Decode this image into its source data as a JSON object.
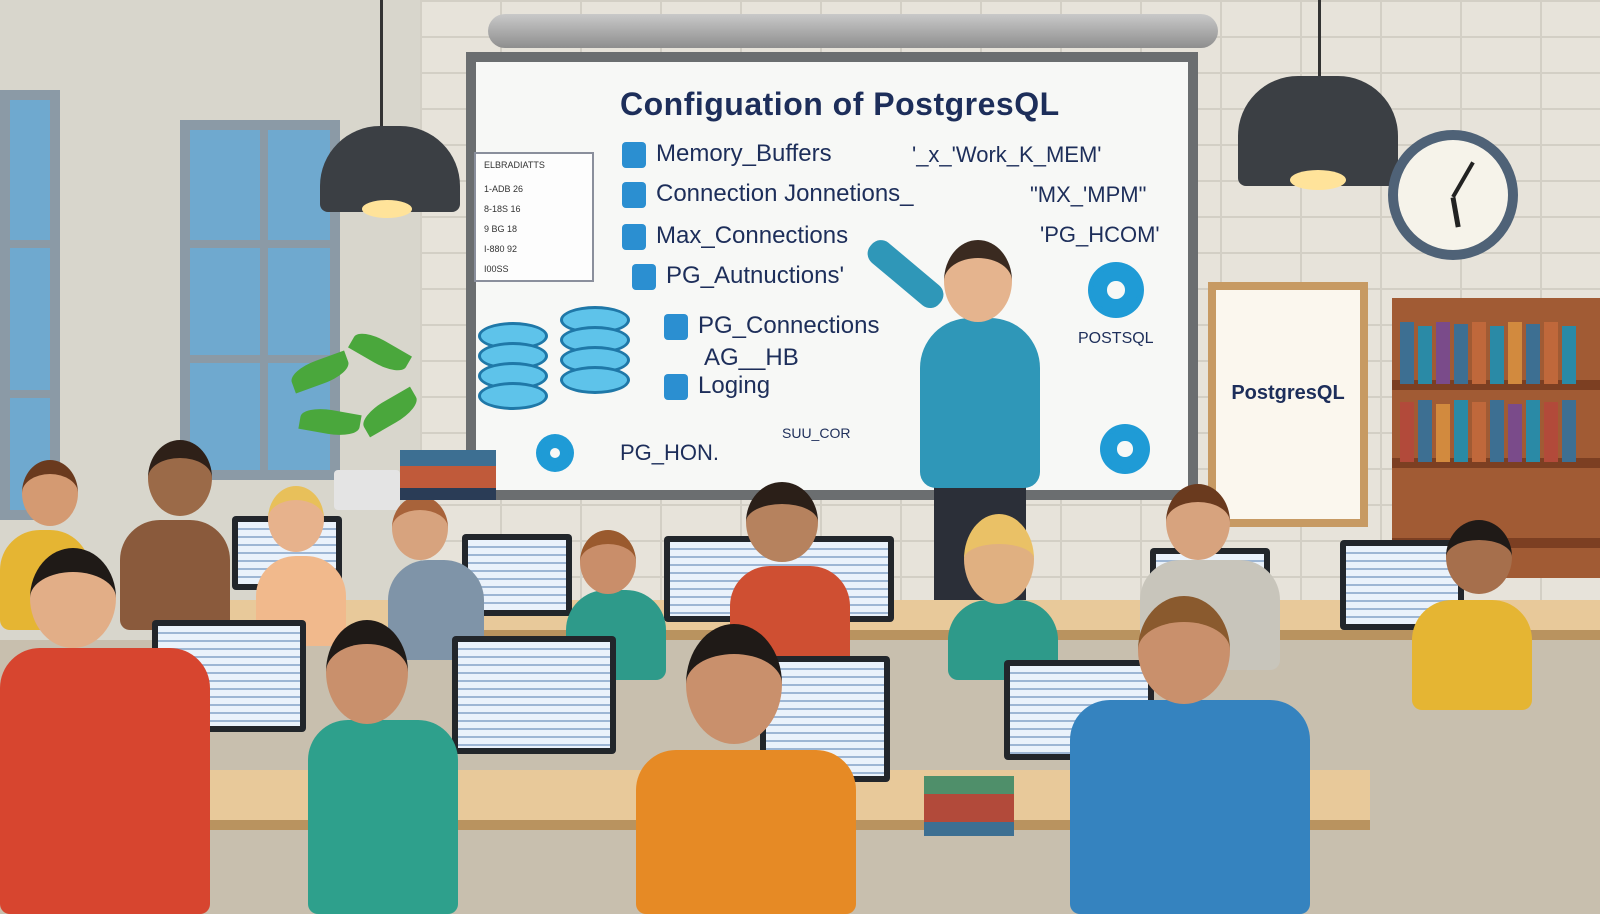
{
  "board": {
    "title": "Configuation of PostgresQL",
    "items": [
      "Memory_Buffers",
      "Connection Jonnetions_",
      "Max_Connections",
      "PG_Autnuctions'",
      "PG_Connections",
      "AG__HB",
      "Loging"
    ],
    "right_items": [
      "'_x_'Work_K_MEM'",
      "\"MX_'MPM\"",
      "'PG_HCOM'"
    ],
    "bottom_left": "PG_HON.",
    "bottom_scrawl": "SUU_COR",
    "gear_label": "POSTSQL",
    "mini_list": {
      "title": "ELBRADIATTS",
      "rows": [
        "1-ADB 26",
        "8-18S 16",
        "9 BG 18",
        "I-880 92",
        "I00SS"
      ]
    }
  },
  "poster": {
    "title": "PostgresQL"
  },
  "colors": {
    "board_text": "#1d2e5a",
    "accent_blue": "#2b8fd1",
    "teacher_shirt": "#2f97b8"
  }
}
